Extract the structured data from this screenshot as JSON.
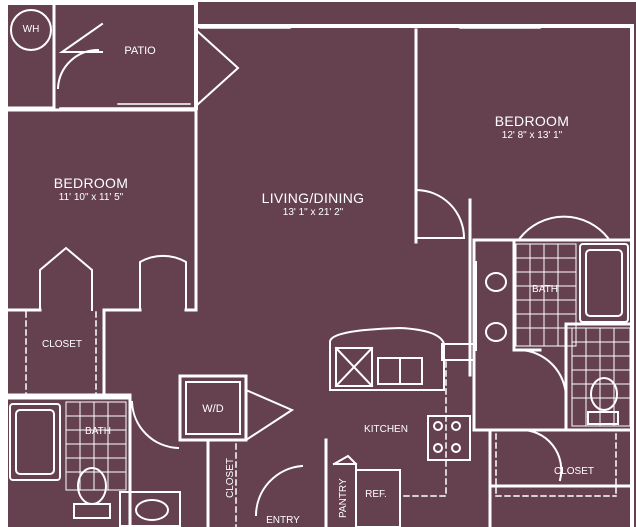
{
  "plan": {
    "colors": {
      "floor": "#654150",
      "wall": "#ffffff",
      "background": "#ffffff"
    },
    "rooms": {
      "wh": {
        "label": "WH"
      },
      "patio": {
        "label": "PATIO"
      },
      "bedroom_left": {
        "label": "BEDROOM",
        "dims": "11' 10\" x 11' 5\""
      },
      "living": {
        "label": "LIVING/DINING",
        "dims": "13' 1\" x 21' 2\""
      },
      "bedroom_right": {
        "label": "BEDROOM",
        "dims": "12' 8\" x 13' 1\""
      },
      "closet_left": {
        "label": "CLOSET"
      },
      "bath_left": {
        "label": "BATH"
      },
      "wd": {
        "label": "W/D"
      },
      "closet_small": {
        "label": "CLOSET"
      },
      "entry": {
        "label": "ENTRY"
      },
      "kitchen": {
        "label": "KITCHEN"
      },
      "pantry": {
        "label": "PANTRY"
      },
      "ref": {
        "label": "REF."
      },
      "bath_right": {
        "label": "BATH"
      },
      "closet_right": {
        "label": "CLOSET"
      }
    }
  }
}
